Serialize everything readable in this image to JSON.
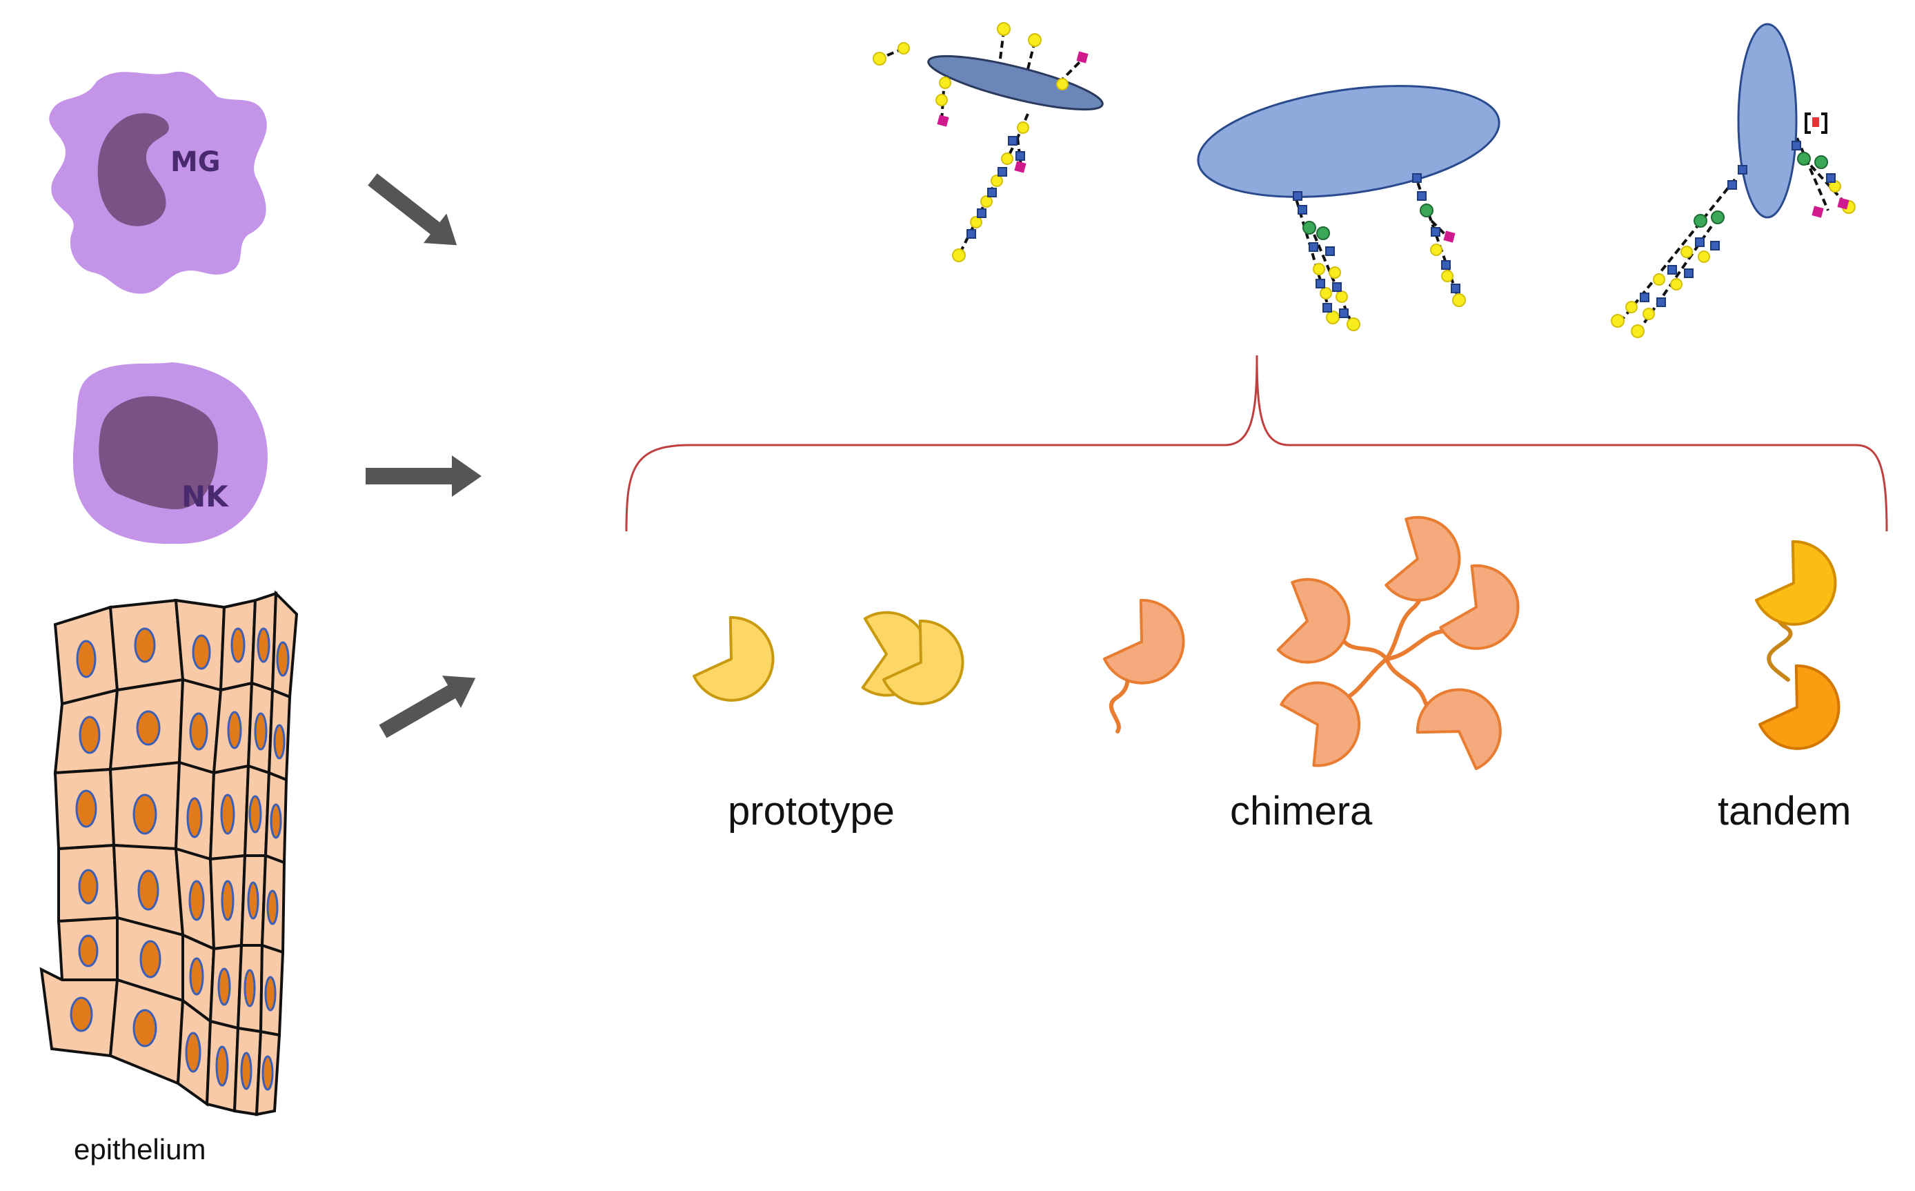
{
  "labels": {
    "mg": "MG",
    "nk": "NK",
    "epithelium": "epithelium",
    "prototype": "prototype",
    "chimera": "chimera",
    "tandem": "tandem"
  },
  "colors": {
    "cell_body": "#c394e8",
    "cell_nucleus": "#7b5285",
    "cell_label": "#4a2a6e",
    "epithelial_cell": "#f8caa8",
    "epithelial_nucleus": "#e07a1a",
    "arrow": "#555555",
    "glycoprotein_dark": "#6b86b8",
    "glycoprotein_light": "#8eaadc",
    "glycan_yellow": "#f8ec1c",
    "glycan_blue": "#3a5fb8",
    "glycan_green": "#3aa856",
    "glycan_magenta": "#d11a8e",
    "bracket": "#c23f3f",
    "prototype_galectin": "#fcd765",
    "chimera_galectin": "#f4aa7c",
    "tandem_galectin": "#fbbc14"
  },
  "icons": [
    "microglia-cell",
    "nk-cell",
    "epithelium-tissue",
    "arrow-icon",
    "glycoprotein",
    "bracket",
    "galectin-crd"
  ]
}
